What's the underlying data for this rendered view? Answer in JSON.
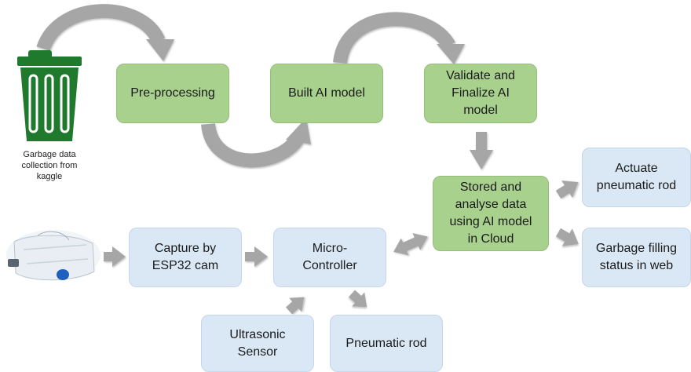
{
  "colors": {
    "green_box": "#a9d18e",
    "blue_box": "#dae8f5",
    "arrow": "#a6a6a6",
    "bin": "#1f7a2e"
  },
  "icons": {
    "bin": "garbage-bin-icon",
    "bottles": "plastic-bottles-image"
  },
  "nodes": {
    "garbage_caption": "Garbage data\ncollection from\nkaggle",
    "preprocessing": "Pre-processing",
    "built_model": "Built AI model",
    "validate": "Validate and\nFinalize AI\nmodel",
    "cloud": "Stored and\nanalyse data\nusing AI model\nin Cloud",
    "actuate": "Actuate\npneumatic rod",
    "filling": "Garbage filling\nstatus in web",
    "capture": "Capture by\nESP32 cam",
    "micro": "Micro-\nController",
    "ultrasonic": "Ultrasonic\nSensor",
    "pneumatic": "Pneumatic rod"
  }
}
